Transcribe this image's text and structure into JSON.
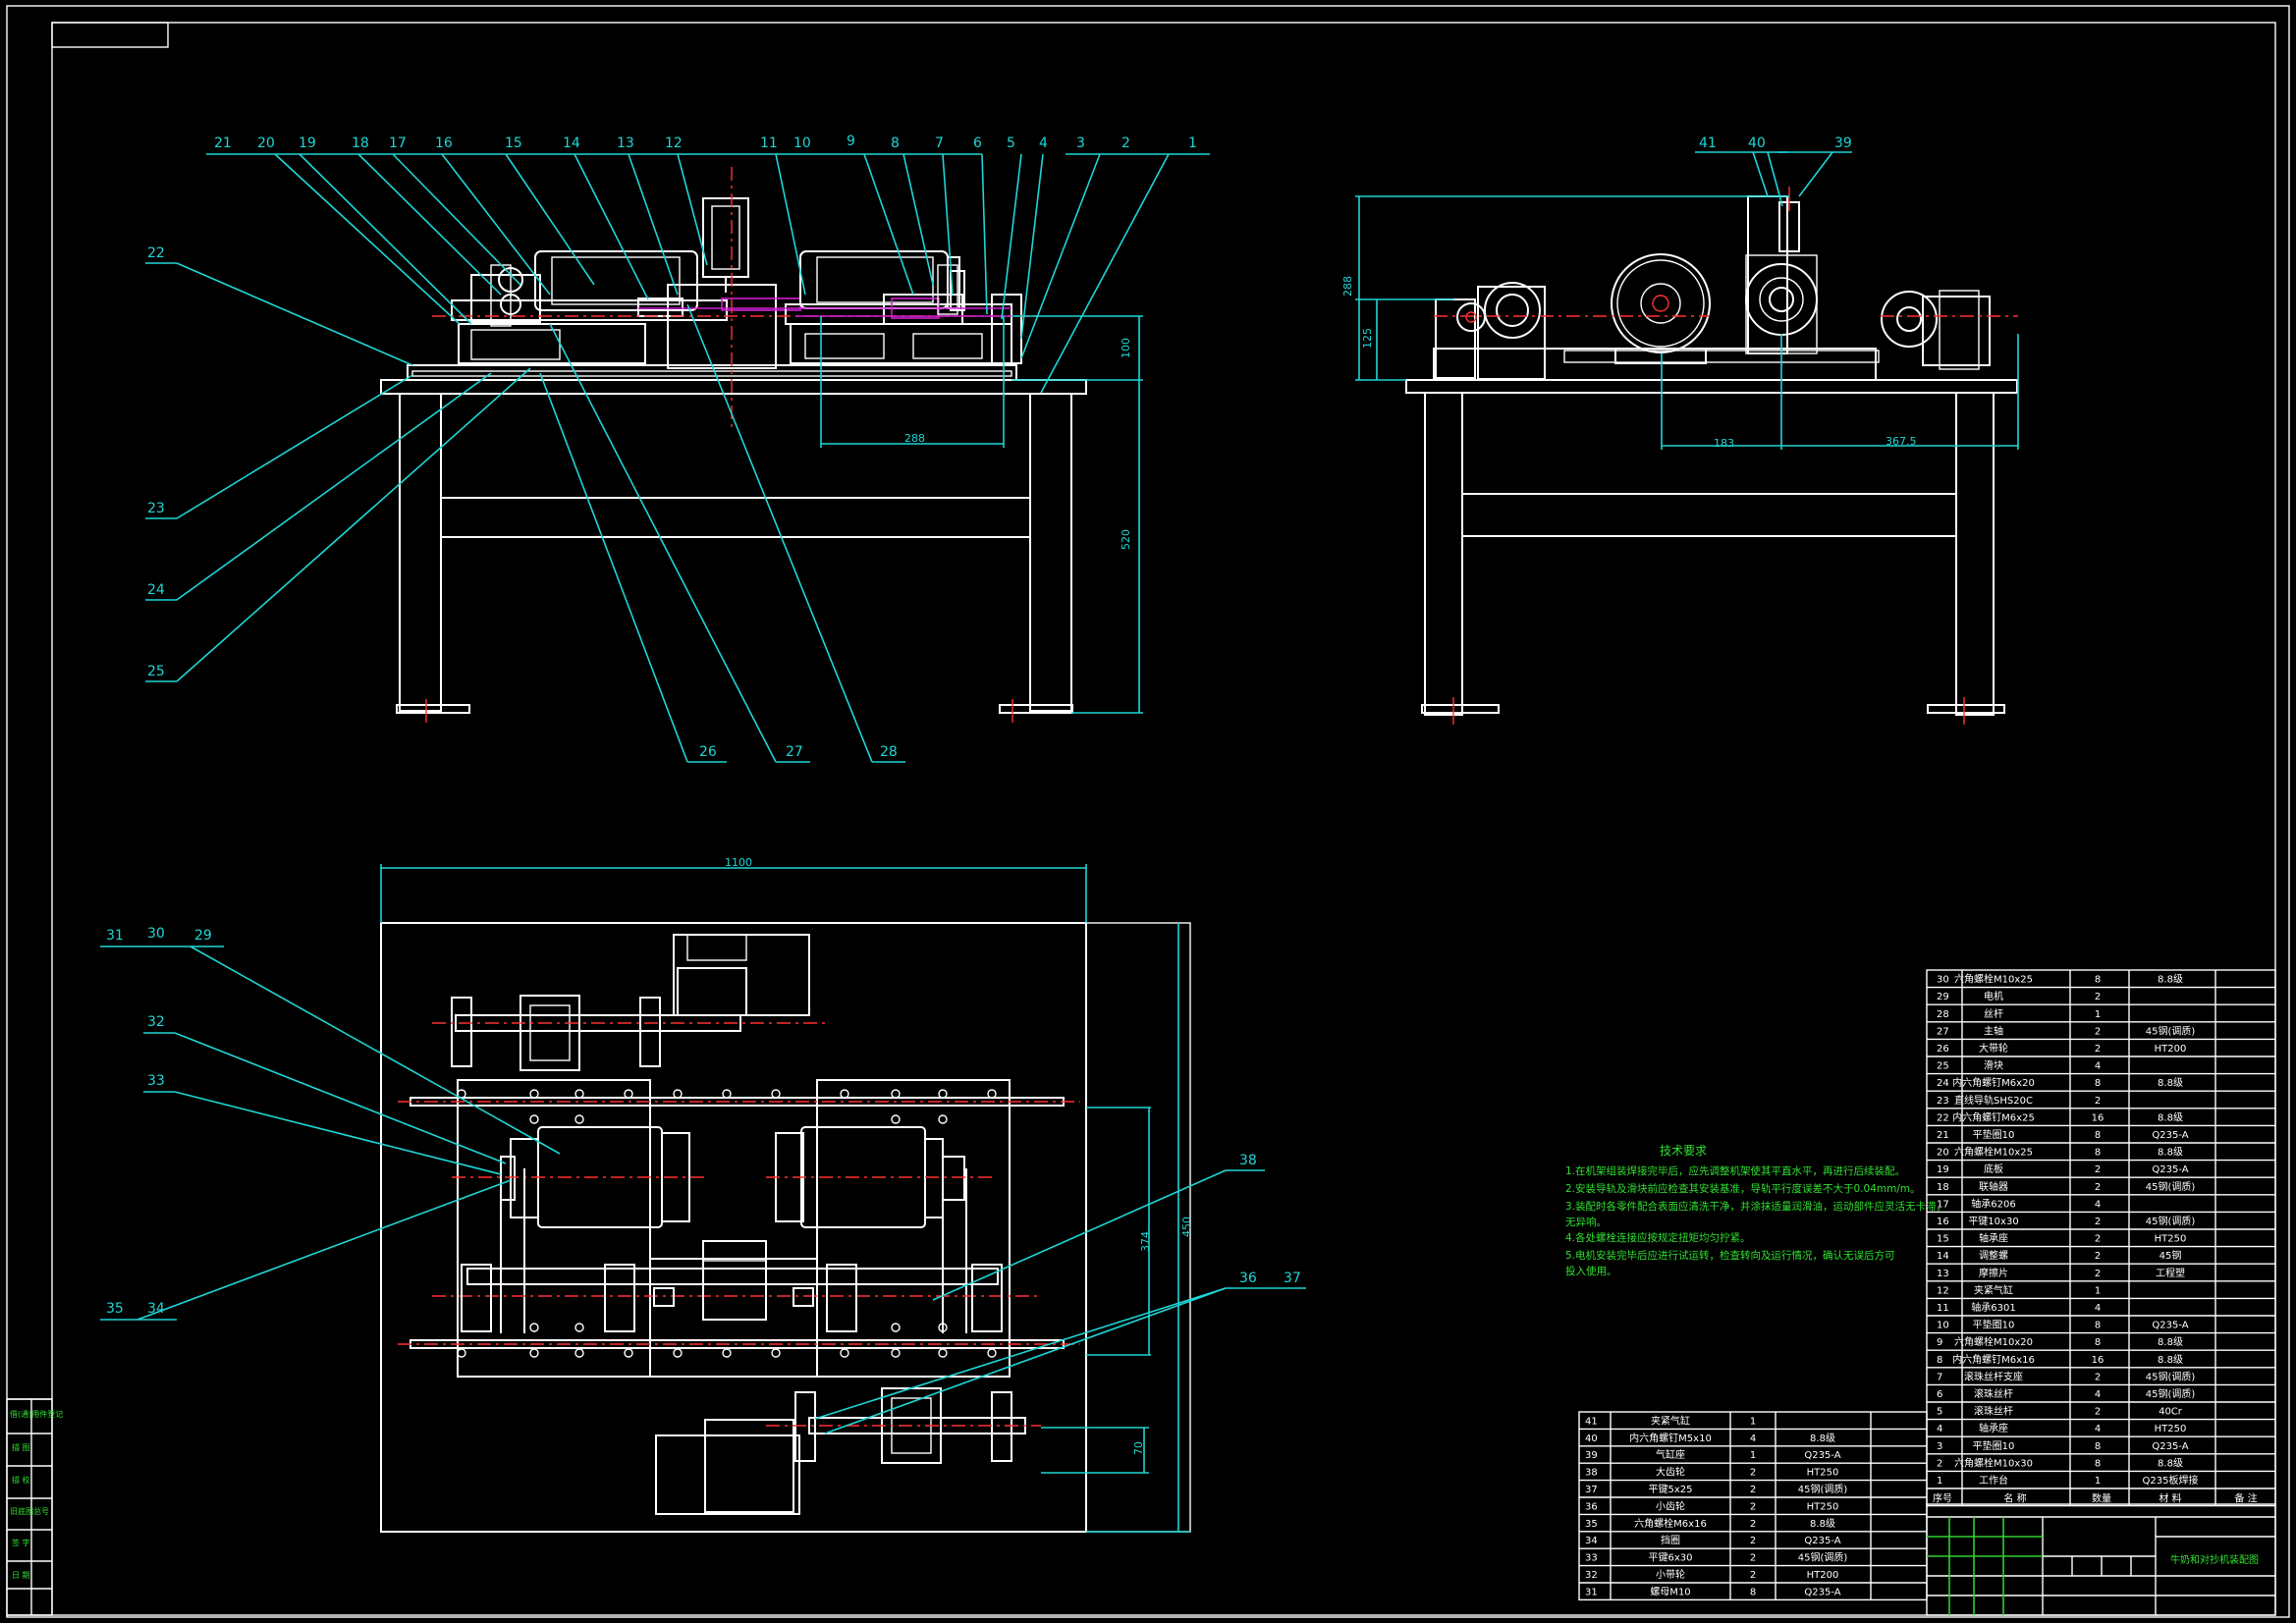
{
  "balloons_top": [
    "21",
    "20",
    "19",
    "18",
    "17",
    "16",
    "15",
    "14",
    "13",
    "12",
    "11",
    "10",
    "9",
    "8",
    "7",
    "6",
    "5",
    "4",
    "3",
    "2",
    "1"
  ],
  "balloons_left": [
    "22",
    "23",
    "24",
    "25"
  ],
  "balloons_bottom": [
    "26",
    "27",
    "28"
  ],
  "balloons_side": [
    "41",
    "40",
    "39"
  ],
  "balloons_plan_left": [
    "31",
    "30",
    "29",
    "32",
    "33",
    "35",
    "34"
  ],
  "balloons_plan_right": [
    "38",
    "36",
    "37"
  ],
  "dimensions": {
    "front_height_upper": "100",
    "front_height_total": "520",
    "front_width": "288",
    "side_height": "288",
    "side_height_small": "125",
    "side_width_a": "183",
    "side_width_b": "367.5",
    "plan_width": "1100",
    "plan_height": "450",
    "plan_inner": "374",
    "plan_small": "70"
  },
  "tech_notes": {
    "title": "技术要求",
    "lines": [
      "1.在机架组装焊接完毕后，应先调整机架使其平直水平，再进行后续装配。",
      "2.安装导轨及滑块前应检查其安装基准，导轨平行度误差不大于0.04mm/m。",
      "3.装配时各零件配合表面应清洗干净，并涂抹适量润滑油，运动部件应灵活无卡滞，",
      "  无异响。",
      "4.各处螺栓连接应按规定扭矩均匀拧紧。",
      "5.电机安装完毕后应进行试运转，检查转向及运行情况，确认无误后方可",
      "  投入使用。"
    ]
  },
  "bom_right": {
    "rows": [
      [
        "30",
        "六角螺栓M10x25",
        "8",
        "",
        "8.8级",
        ""
      ],
      [
        "29",
        "电机",
        "2",
        "",
        "",
        ""
      ],
      [
        "28",
        "丝杆",
        "1",
        "",
        "",
        ""
      ],
      [
        "27",
        "主轴",
        "2",
        "",
        "45钢(调质)",
        ""
      ],
      [
        "26",
        "大带轮",
        "2",
        "",
        "HT200",
        ""
      ],
      [
        "25",
        "滑块",
        "4",
        "",
        "",
        ""
      ],
      [
        "24",
        "内六角螺钉M6x20",
        "8",
        "",
        "8.8级",
        ""
      ],
      [
        "23",
        "直线导轨SHS20C",
        "2",
        "",
        "",
        ""
      ],
      [
        "22",
        "内六角螺钉M6x25",
        "16",
        "",
        "8.8级",
        ""
      ],
      [
        "21",
        "平垫圈10",
        "8",
        "",
        "Q235-A",
        ""
      ],
      [
        "20",
        "六角螺栓M10x25",
        "8",
        "",
        "8.8级",
        ""
      ],
      [
        "19",
        "底板",
        "2",
        "",
        "Q235-A",
        ""
      ],
      [
        "18",
        "联轴器",
        "2",
        "",
        "45钢(调质)",
        ""
      ],
      [
        "17",
        "轴承6206",
        "4",
        "",
        "",
        ""
      ],
      [
        "16",
        "平键10x30",
        "2",
        "",
        "45钢(调质)",
        ""
      ],
      [
        "15",
        "轴承座",
        "2",
        "",
        "HT250",
        ""
      ],
      [
        "14",
        "调整螺",
        "2",
        "",
        "45钢",
        ""
      ],
      [
        "13",
        "摩擦片",
        "2",
        "",
        "工程塑",
        ""
      ],
      [
        "12",
        "夹紧气缸",
        "1",
        "",
        "",
        ""
      ],
      [
        "11",
        "轴承6301",
        "4",
        "",
        "",
        ""
      ],
      [
        "10",
        "平垫圈10",
        "8",
        "",
        "Q235-A",
        ""
      ],
      [
        "9",
        "六角螺栓M10x20",
        "8",
        "",
        "8.8级",
        ""
      ],
      [
        "8",
        "内六角螺钉M6x16",
        "16",
        "",
        "8.8级",
        ""
      ],
      [
        "7",
        "滚珠丝杆支座",
        "2",
        "",
        "45钢(调质)",
        ""
      ],
      [
        "6",
        "滚珠丝杆",
        "4",
        "",
        "45钢(调质)",
        ""
      ],
      [
        "5",
        "滚珠丝杆",
        "2",
        "",
        "40Cr",
        ""
      ],
      [
        "4",
        "轴承座",
        "4",
        "",
        "HT250",
        ""
      ],
      [
        "3",
        "平垫圈10",
        "8",
        "",
        "Q235-A",
        ""
      ],
      [
        "2",
        "六角螺栓M10x30",
        "8",
        "",
        "8.8级",
        ""
      ],
      [
        "1",
        "工作台",
        "1",
        "",
        "Q235板焊接",
        ""
      ]
    ],
    "header": [
      "序号",
      "名  称",
      "数量",
      "材  料",
      "备  注"
    ]
  },
  "bom_left": {
    "rows": [
      [
        "41",
        "夹紧气缸",
        "1",
        "",
        ""
      ],
      [
        "40",
        "内六角螺钉M5x10",
        "4",
        "8.8级",
        ""
      ],
      [
        "39",
        "气缸座",
        "1",
        "Q235-A",
        ""
      ],
      [
        "38",
        "大齿轮",
        "2",
        "HT250",
        ""
      ],
      [
        "37",
        "平键5x25",
        "2",
        "45钢(调质)",
        ""
      ],
      [
        "36",
        "小齿轮",
        "2",
        "HT250",
        ""
      ],
      [
        "35",
        "六角螺栓M6x16",
        "2",
        "8.8级",
        ""
      ],
      [
        "34",
        "挡圈",
        "2",
        "Q235-A",
        ""
      ],
      [
        "33",
        "平键6x30",
        "2",
        "45钢(调质)",
        ""
      ],
      [
        "32",
        "小带轮",
        "2",
        "HT200",
        ""
      ],
      [
        "31",
        "螺母M10",
        "8",
        "Q235-A",
        ""
      ]
    ]
  },
  "title_block": {
    "drawing_title": "牛奶和对抄机装配图",
    "left_strip": [
      "借(通)用件登记",
      "描  图",
      "描  校",
      "旧底图总号",
      "签  字",
      "日  期"
    ]
  }
}
